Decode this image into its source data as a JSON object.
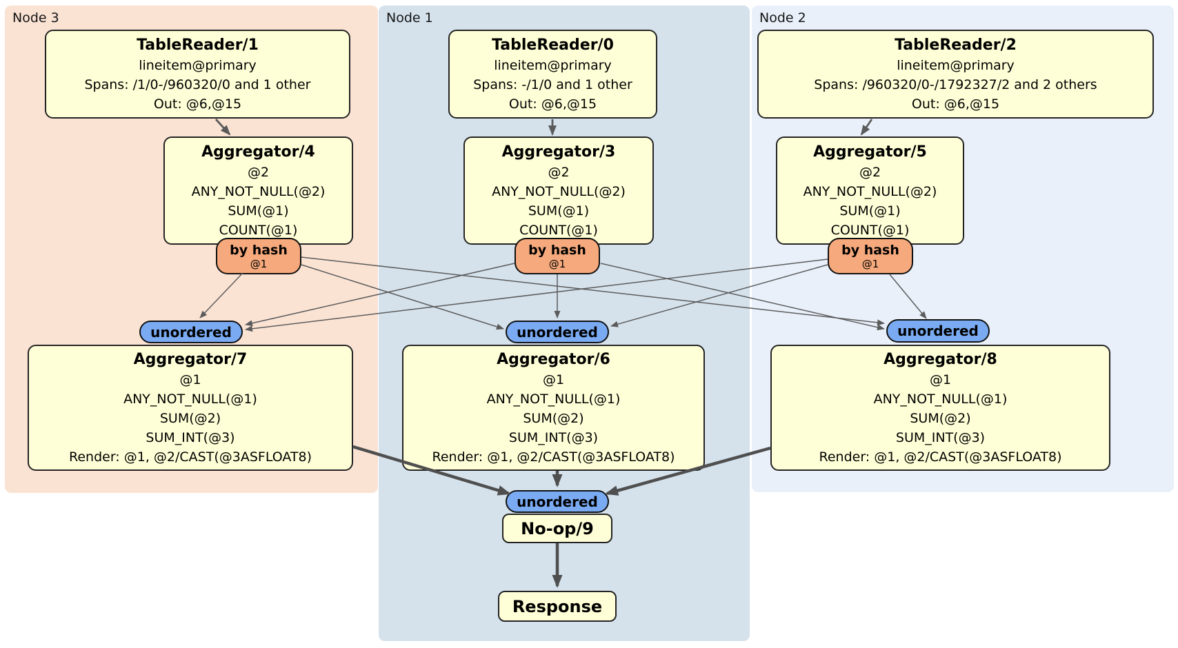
{
  "diagram": {
    "nodes": [
      {
        "label": "Node 3",
        "tablereader": {
          "title": "TableReader/1",
          "lines": [
            "lineitem@primary",
            "Spans: /1/0-/960320/0 and 1 other",
            "Out: @6,@15"
          ]
        },
        "aggregator_top": {
          "title": "Aggregator/4",
          "lines": [
            "@2",
            "ANY_NOT_NULL(@2)",
            "SUM(@1)",
            "COUNT(@1)"
          ]
        },
        "router": {
          "label": "by hash",
          "detail": "@1"
        },
        "sync_label": "unordered",
        "aggregator_bottom": {
          "title": "Aggregator/7",
          "lines": [
            "@1",
            "ANY_NOT_NULL(@1)",
            "SUM(@2)",
            "SUM_INT(@3)",
            "Render: @1, @2/CAST(@3ASFLOAT8)"
          ]
        }
      },
      {
        "label": "Node 1",
        "tablereader": {
          "title": "TableReader/0",
          "lines": [
            "lineitem@primary",
            "Spans: -/1/0 and 1 other",
            "Out: @6,@15"
          ]
        },
        "aggregator_top": {
          "title": "Aggregator/3",
          "lines": [
            "@2",
            "ANY_NOT_NULL(@2)",
            "SUM(@1)",
            "COUNT(@1)"
          ]
        },
        "router": {
          "label": "by hash",
          "detail": "@1"
        },
        "sync_label": "unordered",
        "aggregator_bottom": {
          "title": "Aggregator/6",
          "lines": [
            "@1",
            "ANY_NOT_NULL(@1)",
            "SUM(@2)",
            "SUM_INT(@3)",
            "Render: @1, @2/CAST(@3ASFLOAT8)"
          ]
        }
      },
      {
        "label": "Node 2",
        "tablereader": {
          "title": "TableReader/2",
          "lines": [
            "lineitem@primary",
            "Spans: /960320/0-/1792327/2 and 2 others",
            "Out: @6,@15"
          ]
        },
        "aggregator_top": {
          "title": "Aggregator/5",
          "lines": [
            "@2",
            "ANY_NOT_NULL(@2)",
            "SUM(@1)",
            "COUNT(@1)"
          ]
        },
        "router": {
          "label": "by hash",
          "detail": "@1"
        },
        "sync_label": "unordered",
        "aggregator_bottom": {
          "title": "Aggregator/8",
          "lines": [
            "@1",
            "ANY_NOT_NULL(@1)",
            "SUM(@2)",
            "SUM_INT(@3)",
            "Render: @1, @2/CAST(@3ASFLOAT8)"
          ]
        }
      }
    ],
    "final": {
      "sync_label": "unordered",
      "noop_title": "No-op/9",
      "response_title": "Response"
    },
    "colors": {
      "node3_bg": "#fbe3d4",
      "node1_bg": "#d5e2ec",
      "node2_bg": "#e9f0fa",
      "box_fill": "#ffffd7",
      "router_fill": "#f5a97c",
      "sync_fill": "#7aaaf2",
      "edge": "#5b5b5b",
      "edge_thick": "#4f4f4f"
    }
  }
}
